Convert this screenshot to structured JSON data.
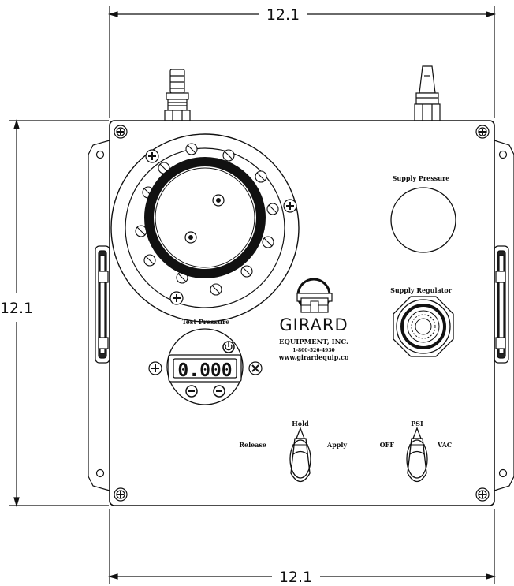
{
  "dimensions": {
    "top_width": "12.1",
    "left_height": "12.1",
    "bottom_width": "12.1"
  },
  "labels": {
    "supply_pressure": "Supply Pressure",
    "supply_regulator": "Supply Regulator",
    "test_pressure": "Test Pressure",
    "hold": "Hold",
    "release": "Release",
    "apply": "Apply",
    "psi": "PSI",
    "off": "OFF",
    "vac": "VAC"
  },
  "logo": {
    "letter": "G",
    "name": "GIRARD",
    "subtitle": "EQUIPMENT, INC.",
    "phone": "1-800-526-4930",
    "website": "www.girardequip.co"
  },
  "display": {
    "reading": "0.000"
  },
  "icons": [
    "screw-icon",
    "power-icon",
    "minus-button-icon",
    "quick-connect-fitting-icon",
    "nozzle-fitting-icon",
    "toggle-lever-icon"
  ]
}
